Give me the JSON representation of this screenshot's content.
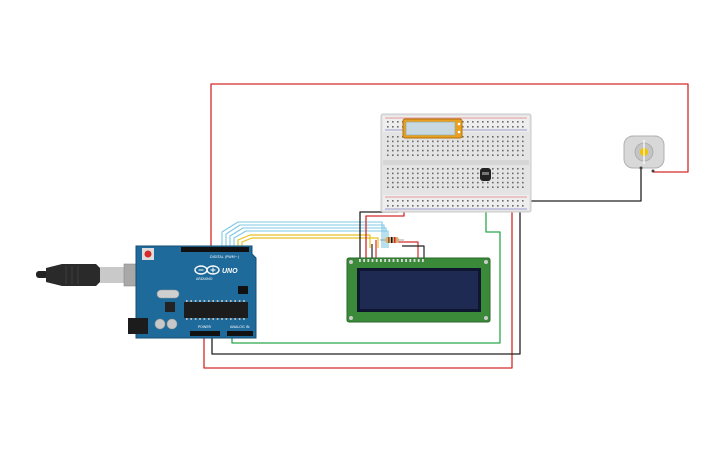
{
  "board": {
    "logo_text": "UNO",
    "digital_label": "DIGITAL (PWM~)",
    "power_label": "POWER",
    "analog_label": "ANALOG IN",
    "brand_text": "ARDUINO"
  },
  "lcd": {
    "display_text": ""
  },
  "colors": {
    "wire_red": "#d42a2a",
    "wire_black": "#222222",
    "wire_green": "#2aa84a",
    "wire_cyan": "#7ec8e3",
    "wire_yellow": "#e8c020",
    "arduino_blue": "#1e6a9a",
    "lcd_green": "#3a8a3a",
    "lcd_screen": "#1f2a52"
  },
  "icons": [
    "usb-cable-icon",
    "motor-icon",
    "temperature-sensor-icon",
    "potentiometer-icon",
    "resistor-icon"
  ]
}
